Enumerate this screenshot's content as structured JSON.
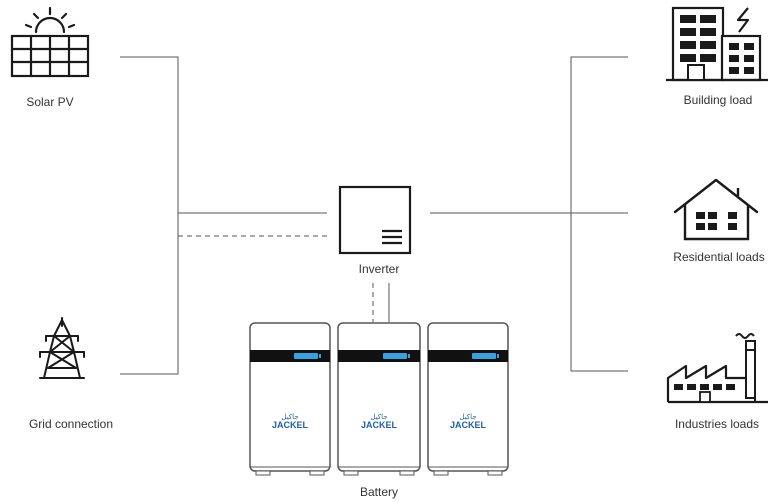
{
  "labels": {
    "solar": "Solar PV",
    "grid": "Grid connection",
    "inverter": "Inverter",
    "battery": "Battery",
    "building": "Building load",
    "residential": "Residential loads",
    "industries": "Industries loads"
  },
  "battery_units": [
    {
      "brand_arabic": "جاكيل",
      "brand": "JACKEL"
    },
    {
      "brand_arabic": "جاكيل",
      "brand": "JACKEL"
    },
    {
      "brand_arabic": "جاكيل",
      "brand": "JACKEL"
    }
  ],
  "icons": {
    "solar": "solar-panel-icon",
    "grid": "transmission-tower-icon",
    "inverter": "inverter-icon",
    "battery": "battery-cabinet-icon",
    "building": "building-icon",
    "residential": "house-icon",
    "industries": "factory-icon"
  },
  "colors": {
    "stroke": "#1a1a1a",
    "line": "#555555",
    "display": "#111111",
    "display_bar": "#3aa0e0",
    "logo": "#1e5fa8"
  }
}
